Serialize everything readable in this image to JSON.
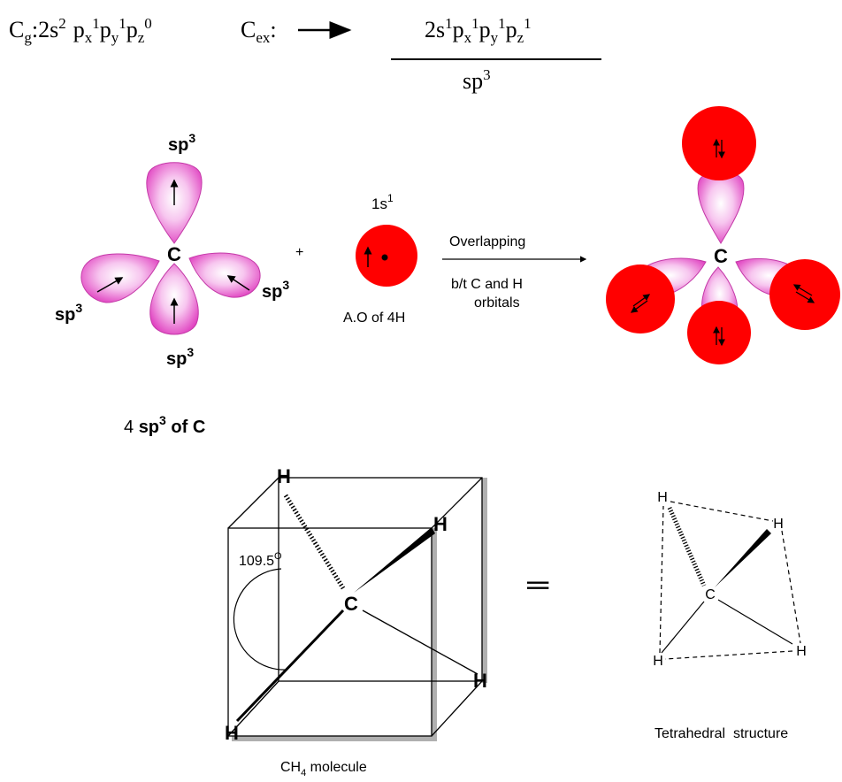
{
  "config": {
    "ground_prefix": "C",
    "ground_sub": "g",
    "ground_body": ":2s",
    "ground_s_sup": "2",
    "p_letter": "p",
    "x": "x",
    "y": "y",
    "z": "z",
    "one": "1",
    "zero": "0",
    "excited_prefix": "C",
    "excited_sub": "ex",
    "colon": ":",
    "excited_s": "2s",
    "hybrid_base": "sp",
    "hybrid_sup": "3"
  },
  "left_panel": {
    "carbon_label": "C",
    "lobe_label_base": "sp",
    "lobe_label_sup": "3",
    "caption_count": "4",
    "caption_mid": "sp",
    "caption_sup": "3",
    "caption_end": " of C"
  },
  "hydrogen_orbital": {
    "label_base": "1s",
    "label_sup": "1",
    "caption": "A.O of 4H",
    "plus_sign": "+"
  },
  "reaction": {
    "label_top": "Overlapping",
    "label_bottom_1": "b/t C and H",
    "label_bottom_2": "orbitals"
  },
  "overlap_result": {
    "carbon_label": "C"
  },
  "cube_model": {
    "carbon_label": "C",
    "h_label": "H",
    "angle_value": "109.5",
    "angle_unit": "O",
    "caption_base": "CH",
    "caption_sub": "4",
    "caption_end": " molecule"
  },
  "equals_sign": "═",
  "tetrahedron": {
    "carbon_label": "C",
    "h_label": "H",
    "caption": "Tetrahedral  structure"
  },
  "colors": {
    "orbital_red": "#ff0000",
    "lobe_pink": "#e040c0",
    "lobe_light": "#ffffff",
    "line": "#000000",
    "cube_shadow": "#b0b0b0"
  }
}
